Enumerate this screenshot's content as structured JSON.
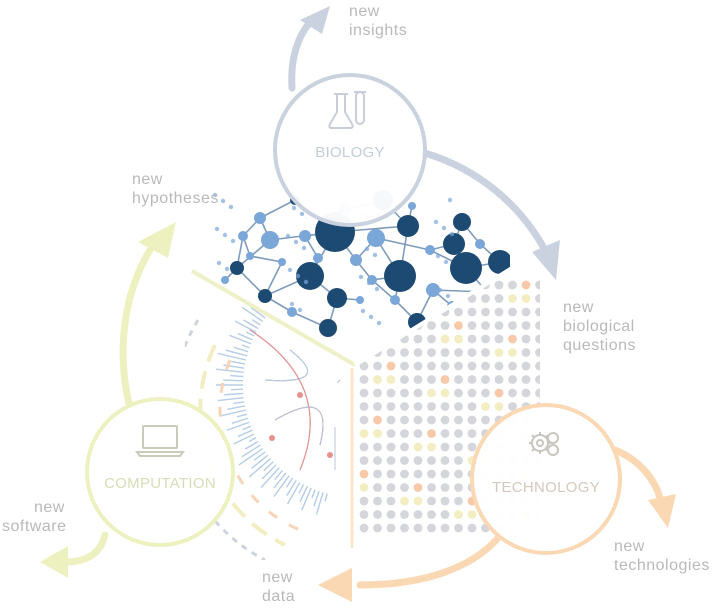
{
  "nodes": {
    "biology": {
      "title": "BIOLOGY",
      "color": "#c4ccd8"
    },
    "computation": {
      "title": "COMPUTATION",
      "color": "#e9efb2"
    },
    "technology": {
      "title": "TECHNOLOGY",
      "color": "#f9d8b3"
    }
  },
  "labels": {
    "new_insights": [
      "new",
      "insights"
    ],
    "new_hypotheses": [
      "new",
      "hypotheses"
    ],
    "new_biological_questions": [
      "new",
      "biological",
      "questions"
    ],
    "new_software": [
      "new",
      "software"
    ],
    "new_data": [
      "new",
      "data"
    ],
    "new_technologies": [
      "new",
      "technologies"
    ]
  },
  "icons": {
    "biology": "test-tubes-icon",
    "computation": "laptop-icon",
    "technology": "gears-icon"
  },
  "colors": {
    "network_dark": "#1d4a72",
    "network_light": "#7aa6d8",
    "dot_grey": "#d4d6db",
    "dot_yellow": "#f3eec2",
    "dot_orange": "#f7c9a9",
    "chord_red": "#e8908a",
    "chord_blue": "#b5cde6"
  }
}
